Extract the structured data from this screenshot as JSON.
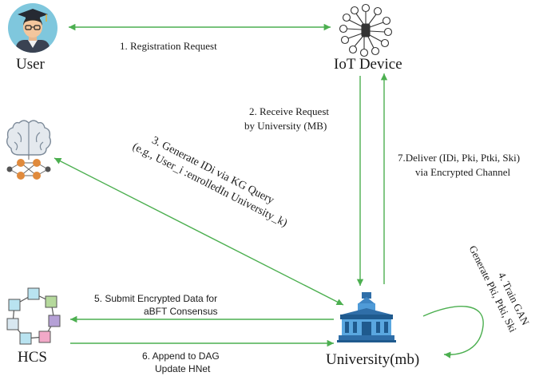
{
  "nodes": {
    "user": {
      "label": "User",
      "icon": "graduate-avatar-icon"
    },
    "iot": {
      "label": "IoT Device",
      "icon": "iot-circuit-icon"
    },
    "ai": {
      "label": "",
      "icon": "brain-network-icon"
    },
    "hcs": {
      "label": "HCS",
      "icon": "blockchain-ring-icon"
    },
    "university": {
      "label": "University(mb)",
      "icon": "university-building-icon"
    }
  },
  "edges": {
    "e1": "1. Registration Request",
    "e2_line1": "2. Receive Request",
    "e2_line2": "by University (MB)",
    "e3_line1": "3. Generate IDi via KG Query",
    "e3_line2": "(e.g., User_i :enrolledIn University_k)",
    "e4_line1": "4. Train GAN",
    "e4_line2": "Generate Pki, Ptki, Ski",
    "e5_line1": "5. Submit Encrypted Data for",
    "e5_line2": "aBFT Consensus",
    "e6_line1": "6. Append to DAG",
    "e6_line2": "Update HNet",
    "e7_line1": "7.Deliver (IDi, Pki, Ptki, Ski)",
    "e7_line2": "via Encrypted Channel"
  },
  "colors": {
    "arrow": "#4caf50",
    "text": "#1a1a1a"
  }
}
